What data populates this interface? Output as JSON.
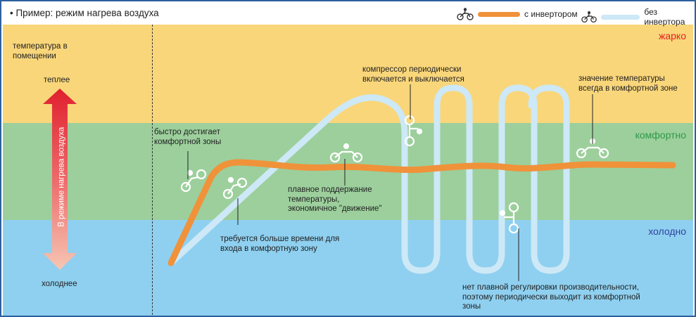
{
  "header": {
    "title": "• Пример: режим нагрева воздуха"
  },
  "legend": {
    "inverter_label": "с инвертором",
    "no_inverter_label": "без инвертора",
    "inverter_color": "#f0923a",
    "no_inverter_color": "#cde8f6",
    "icon": "motorcycle-rider-icon"
  },
  "zones": {
    "hot": "жарко",
    "comfort": "комфортно",
    "cold": "холодно",
    "hot_color": "#e62020",
    "comfort_color": "#2e9a48",
    "cold_color": "#2f3f9e"
  },
  "left_panel": {
    "room_temp": "температура в помещении",
    "warmer": "теплее",
    "colder": "холоднее",
    "arrow_label": "В режиме нагрева воздуха"
  },
  "annotations": {
    "fast_reach": "быстро достигает комфортной зоны",
    "more_time": "требуется больше времени для входа в комфортную зону",
    "smooth": "плавное поддержание температуры, экономичное \"движение\"",
    "compressor": "компрессор периодически включается и выключается",
    "always_comfort": "значение температуры всегда в комфортной зоне",
    "no_smooth": "нет плавной регулировки производительности, поэтому периодически выходит из комфортной зоны"
  }
}
